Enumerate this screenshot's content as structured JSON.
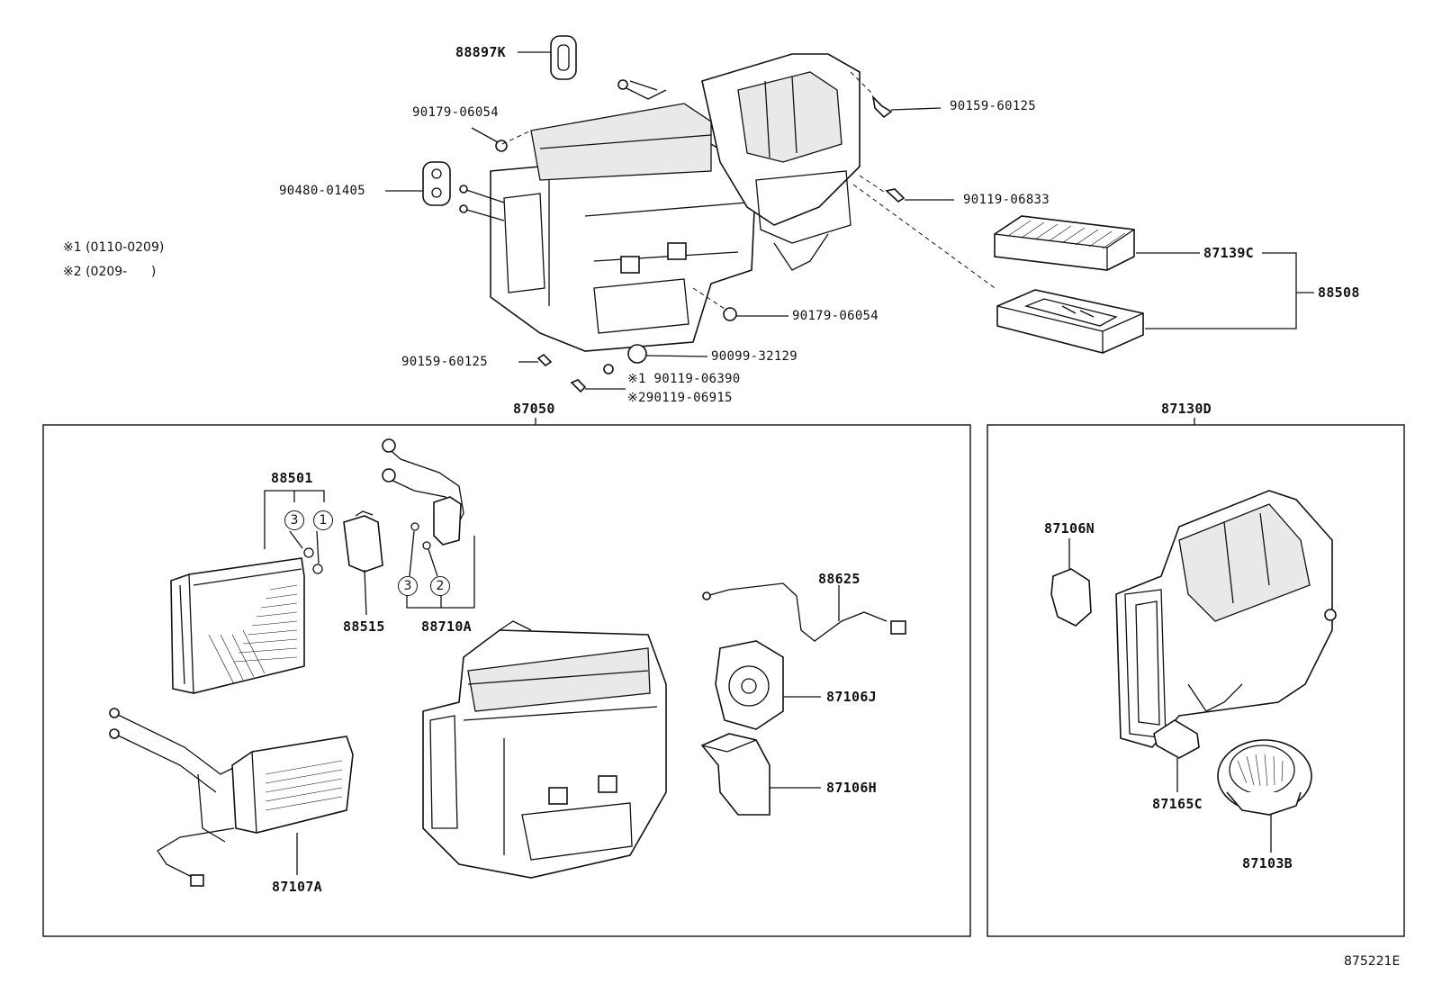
{
  "notes": {
    "n1": "※1 (0110-0209)",
    "n2": "※2 (0209-      )"
  },
  "top_labels": {
    "p88897K": "88897K",
    "p90179a": "90179-06054",
    "p90480": "90480-01405",
    "p90159a": "90159-60125",
    "p90119a": "90119-06833",
    "p87139C": "87139C",
    "p88508": "88508",
    "p90179b": "90179-06054",
    "p90099": "90099-32129",
    "p90159b": "90159-60125",
    "p90119b": "※1 90119-06390",
    "p90119c": "※290119-06915"
  },
  "group_labels": {
    "g87050": "87050",
    "g87130D": "87130D"
  },
  "left_box_labels": {
    "p88501": "88501",
    "p88515": "88515",
    "p88710A": "88710A",
    "p88625": "88625",
    "p87106J": "87106J",
    "p87106H": "87106H",
    "p87107A": "87107A"
  },
  "right_box_labels": {
    "p87106N": "87106N",
    "p87165C": "87165C",
    "p87103B": "87103B"
  },
  "circled": {
    "c3a": "3",
    "c1": "1",
    "c3b": "3",
    "c2": "2"
  },
  "diagram_id": "875221E"
}
